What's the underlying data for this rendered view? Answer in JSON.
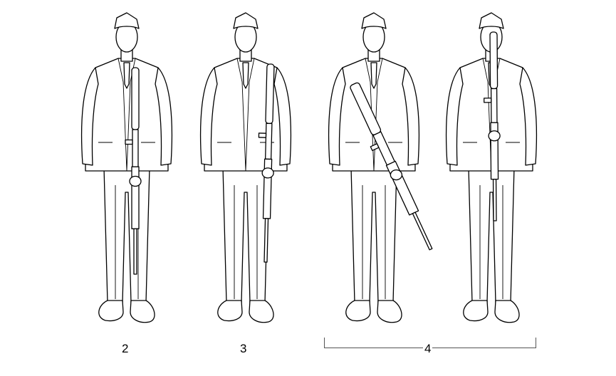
{
  "labels": {
    "step_2": "2",
    "step_3": "3",
    "step_4": "4"
  },
  "figures": [
    {
      "step": "2",
      "rifle_pose": "vertical-right-hand"
    },
    {
      "step": "3",
      "rifle_pose": "vertical-left-hand-hand-salute-position"
    },
    {
      "step": "4",
      "rifle_pose": "port-arms-diagonal"
    },
    {
      "step": "4",
      "rifle_pose": "vertical-center"
    }
  ],
  "colors": {
    "line": "#000000",
    "background": "#ffffff"
  }
}
